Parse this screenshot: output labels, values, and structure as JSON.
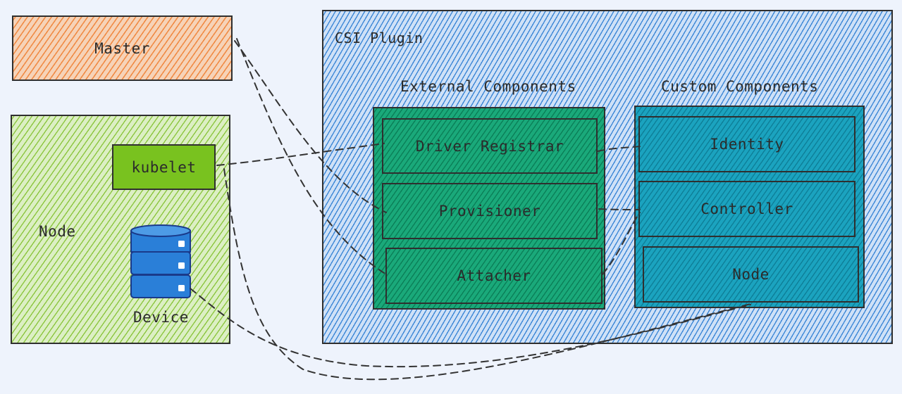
{
  "master": {
    "label": "Master"
  },
  "node": {
    "label": "Node",
    "kubelet": "kubelet",
    "device": "Device"
  },
  "csi": {
    "title": "CSI Plugin",
    "external": {
      "title": "External Components",
      "items": [
        "Driver Registrar",
        "Provisioner",
        "Attacher"
      ]
    },
    "custom": {
      "title": "Custom Components",
      "items": [
        "Identity",
        "Controller",
        "Node"
      ]
    }
  },
  "colors": {
    "master": "#f08b45",
    "node": "#8cc63f",
    "kubelet": "#79c21f",
    "csi": "#3b86d6",
    "external": "#1aa97a",
    "custom": "#1ba3bf",
    "device": "#2a7fd8"
  },
  "icons": {
    "device": "database-icon"
  }
}
